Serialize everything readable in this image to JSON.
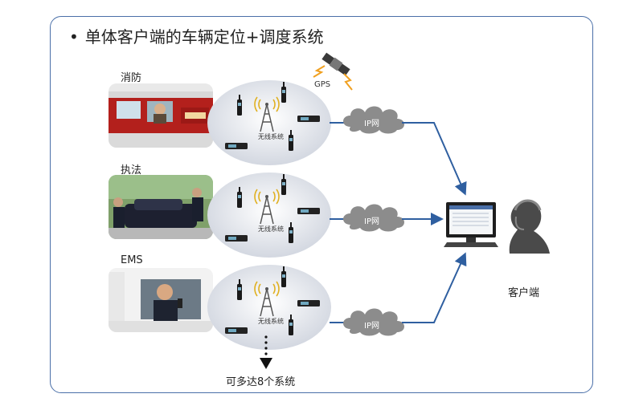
{
  "title": "单体客户端的车辆定位+调度系统",
  "gps_label": "GPS",
  "rows": [
    {
      "category": "消防",
      "network_label": "无线系统",
      "cloud_label": "IP网",
      "photo_icon": "fire-truck-photo"
    },
    {
      "category": "执法",
      "network_label": "无线系统",
      "cloud_label": "IP网",
      "photo_icon": "police-car-photo"
    },
    {
      "category": "EMS",
      "network_label": "无线系统",
      "cloud_label": "IP网",
      "photo_icon": "ambulance-photo"
    }
  ],
  "client_label": "客户端",
  "more_label": "可多达8个系统",
  "colors": {
    "frame": "#4a6fa8",
    "arrow": "#2f5fa0",
    "cloud": "#8c8c8c",
    "ellipse": "#d9dde6",
    "tower": "#c8b23a"
  }
}
